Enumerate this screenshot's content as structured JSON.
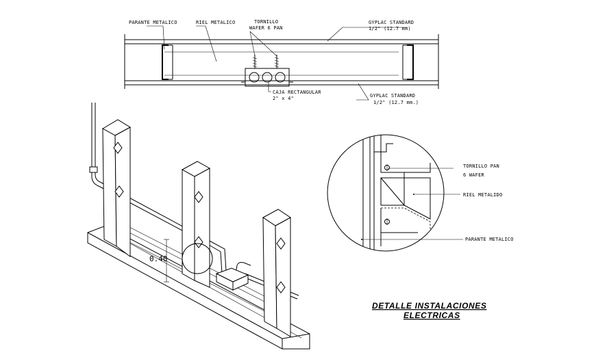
{
  "section_labels": {
    "parante_metalico": "PARANTE METALICO",
    "riel_metalico": "RIEL METALICO",
    "tornillo_line1": "TORNILLO",
    "tornillo_line2": "WAFER 6 PAN",
    "gyplac_top_line1": "GYPLAC STANDARD",
    "gyplac_top_line2": "1/2\" (12.7 mm)",
    "caja_line1": "CAJA RECTANGULAR",
    "caja_line2": "2\" x 4\"",
    "gyplac_bottom_line1": "GYPLAC STANDARD",
    "gyplac_bottom_line2": "1/2\" (12.7 mm.)"
  },
  "isometric": {
    "dimension": "0.40"
  },
  "detail": {
    "tornillo_line1": "TORNILLO PAN",
    "tornillo_line2": "6 WAFER",
    "riel_metalido": "RIEL METALIDO",
    "parante_metalico": "PARANTE METALICO"
  },
  "title": {
    "line1": "DETALLE INSTALACIONES",
    "line2": "ELECTRICAS"
  },
  "colors": {
    "background": "#ffffff",
    "ink": "#000000"
  }
}
